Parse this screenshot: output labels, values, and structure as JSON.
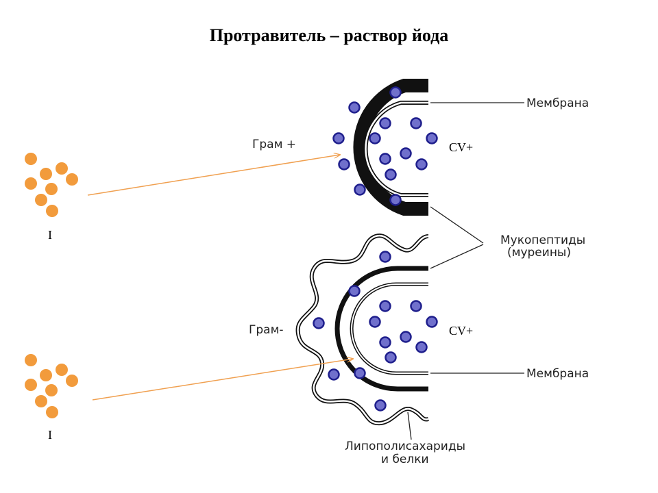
{
  "title": "Протравитель – раствор йода",
  "labels": {
    "gram_pos": "Грам +",
    "gram_neg": "Грам-",
    "membrane": "Мембрана",
    "mucopeptides_line1": "Мукопептиды",
    "mucopeptides_line2": "(муреины)",
    "lipo_line1": "Липополисахариды",
    "lipo_line2": "и белки",
    "cv": "CV+",
    "iodine": "I"
  },
  "colors": {
    "iodine": "#f29b3c",
    "crystal_violet_fill": "#7070cc",
    "crystal_violet_stroke": "#1e1e8c",
    "arrow": "#f0a050",
    "wall": "#111111"
  }
}
